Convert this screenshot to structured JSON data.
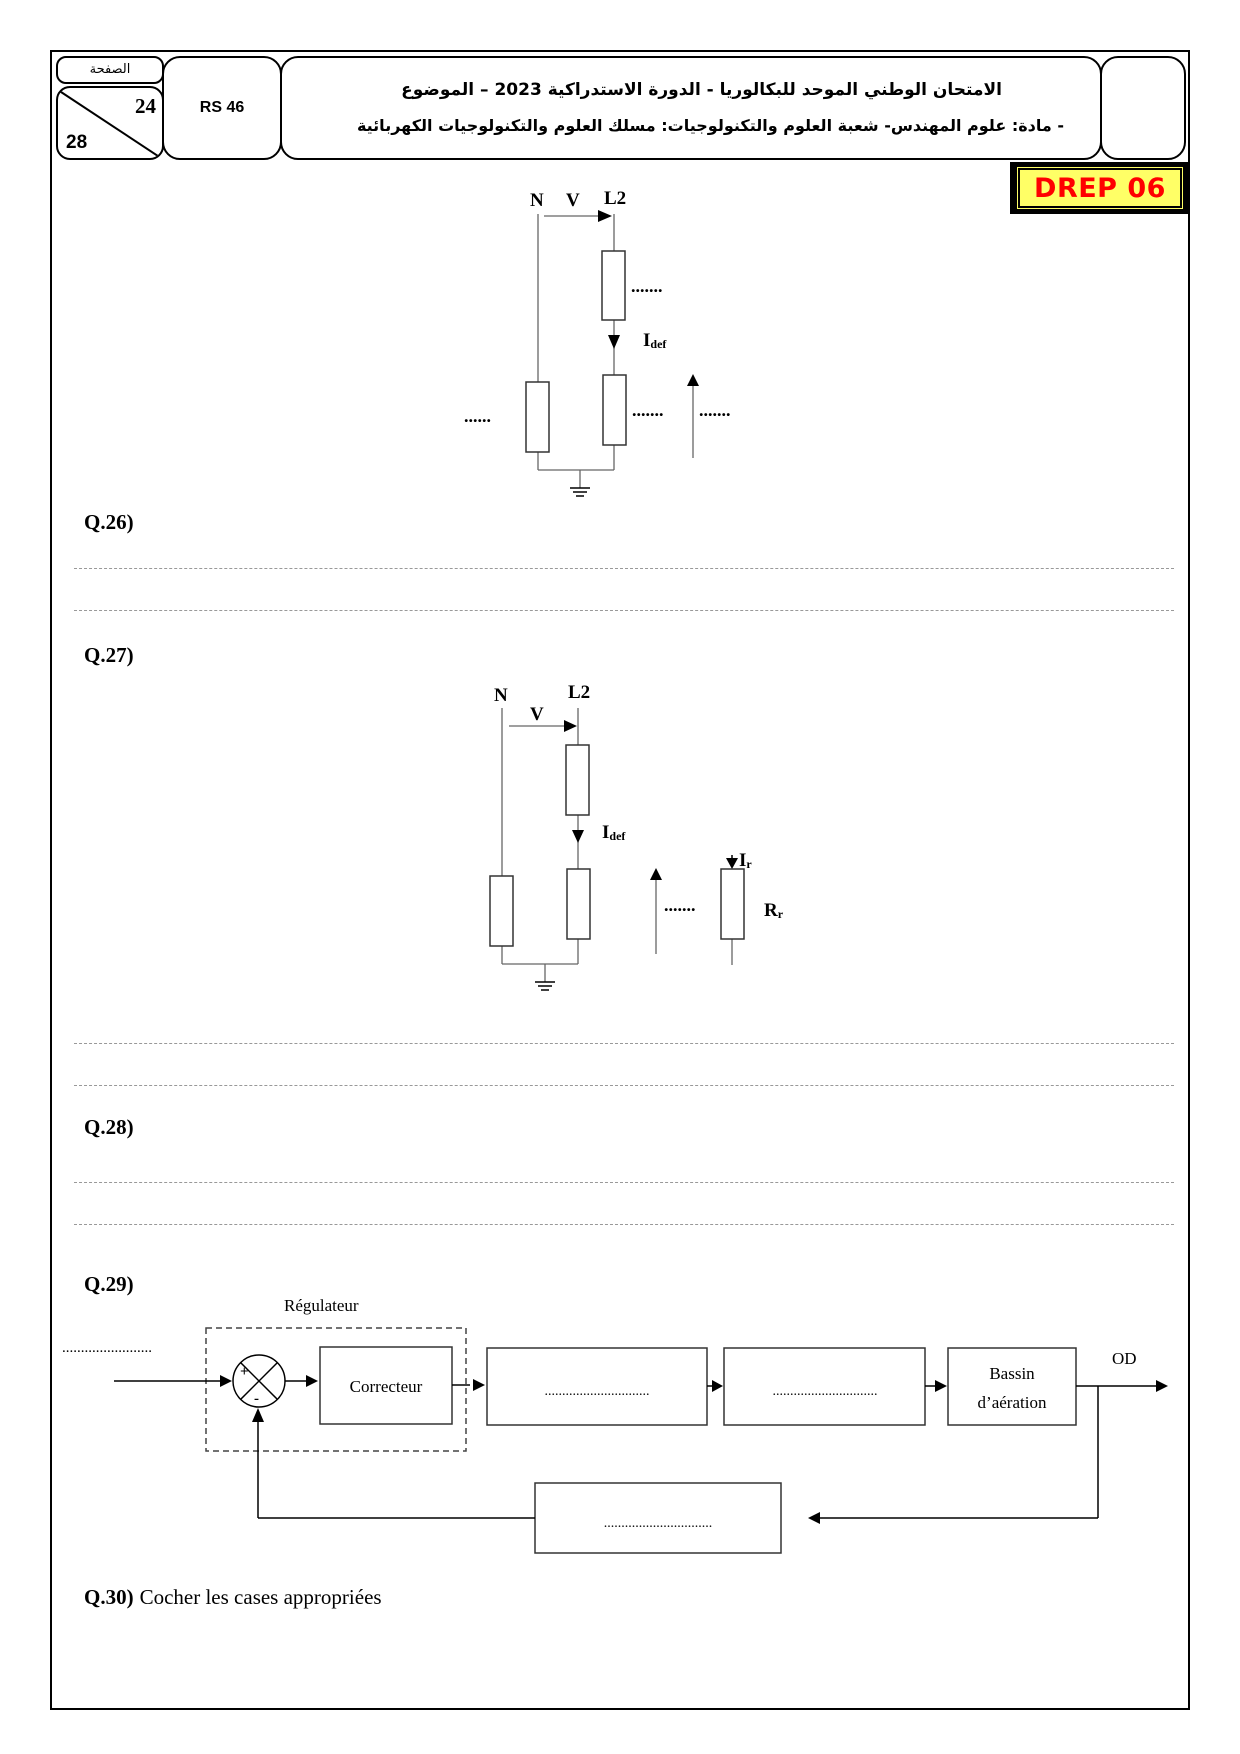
{
  "header": {
    "page_label": "الصفحة",
    "page_current": "24",
    "page_total": "28",
    "code": "RS 46",
    "title_line1": "الامتحان الوطني الموحد للبكالوريا - الدورة الاستدراكية 2023 – الموضوع",
    "title_line2": "- مادة: علوم المهندس- شعبة العلوم والتكنولوجيات: مسلك العلوم والتكنولوجيات الكهربائية",
    "doc_id": "DREP 06",
    "doc_id_colors": {
      "text": "#ff0000",
      "background": "#ffff66"
    }
  },
  "circuit1": {
    "labels": {
      "n": "N",
      "v": "V",
      "l2": "L2",
      "idef_main": "I",
      "idef_sub": "def"
    },
    "blanks": {
      "upper_resistor": ".......",
      "left_resistor": "......",
      "lower_resistor": ".......",
      "voltage": "......."
    }
  },
  "circuit2": {
    "labels": {
      "n": "N",
      "v": "V",
      "l2": "L2",
      "idef_main": "I",
      "idef_sub": "def",
      "ir_main": "I",
      "ir_sub": "r",
      "rr_main": "R",
      "rr_sub": "r"
    },
    "blanks": {
      "voltage": "......."
    }
  },
  "questions": [
    {
      "label": "Q.26)",
      "text": ""
    },
    {
      "label": "Q.27)",
      "text": ""
    },
    {
      "label": "Q.28)",
      "text": ""
    },
    {
      "label": "Q.29)",
      "text": ""
    },
    {
      "label": "Q.30)",
      "text": "Cocher les cases appropriées"
    }
  ],
  "block_diagram": {
    "regulator_label": "Régulateur",
    "input_blank": "........................",
    "sum_plus": "+",
    "sum_minus": "-",
    "corrector": "Correcteur",
    "block2_blank": "..............................",
    "block3_blank": "..............................",
    "process_line1": "Bassin",
    "process_line2": "d’aération",
    "output_label": "OD",
    "feedback_blank": "..............................."
  }
}
